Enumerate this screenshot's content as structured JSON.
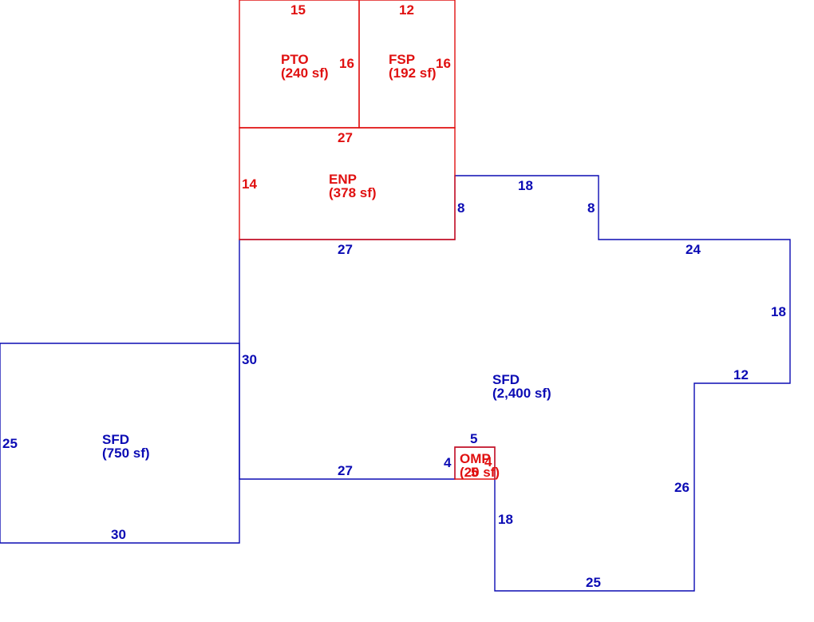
{
  "colors": {
    "building": "#0b0bb4",
    "attachment": "#e01010"
  },
  "areas": {
    "sfd_main": {
      "code": "SFD",
      "area": "(2,400 sf)"
    },
    "sfd_left": {
      "code": "SFD",
      "area": "(750 sf)"
    },
    "enp": {
      "code": "ENP",
      "area": "(378 sf)"
    },
    "pto": {
      "code": "PTO",
      "area": "(240 sf)"
    },
    "fsp": {
      "code": "FSP",
      "area": "(192 sf)"
    },
    "omp": {
      "code": "OMP",
      "area": "(20 sf)"
    }
  },
  "dims": {
    "pto_top": "15",
    "pto_right": "16",
    "fsp_top": "12",
    "fsp_right": "16",
    "enp_top": "27",
    "enp_left": "14",
    "main_27_top": "27",
    "main_8_left": "8",
    "main_18": "18",
    "main_8_right": "8",
    "main_24": "24",
    "main_18_right": "18",
    "main_12": "12",
    "main_26": "26",
    "main_25": "25",
    "main_18_lower": "18",
    "main_27_bottom": "27",
    "main_30": "30",
    "omp_5": "5",
    "omp_4": "4",
    "omp_inner_5": "5",
    "omp_inner_4": "4",
    "left_25": "25",
    "left_30": "30"
  }
}
